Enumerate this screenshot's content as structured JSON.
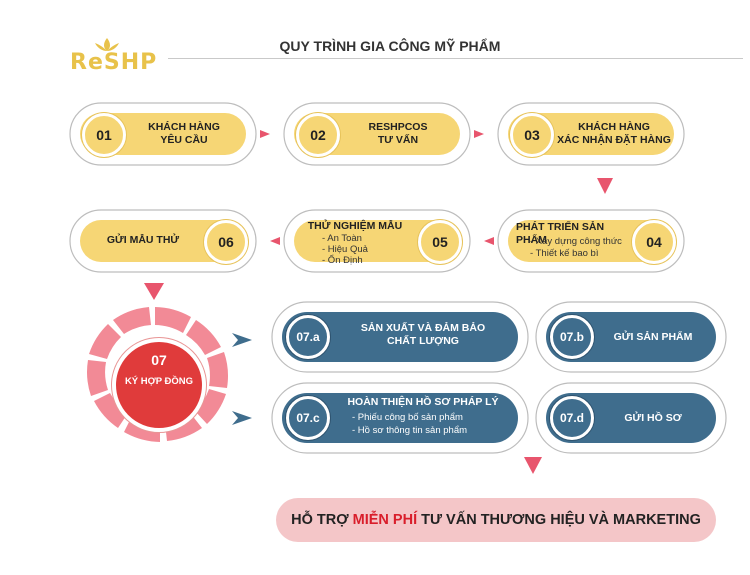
{
  "logo": {
    "text": "ReSHP"
  },
  "header": {
    "title": "QUY TRÌNH GIA CÔNG MỸ PHẨM"
  },
  "steps": [
    {
      "num": "01",
      "label": "KHÁCH HÀNG\nYÊU CẦU"
    },
    {
      "num": "02",
      "label": "RESHPCOS\nTƯ VẤN"
    },
    {
      "num": "03",
      "label": "KHÁCH HÀNG\nXÁC NHẬN ĐẶT HÀNG"
    },
    {
      "num": "04",
      "label": "PHÁT TRIỂN SẢN PHẨM",
      "items": [
        "- Xây dựng công thức",
        "- Thiết kế bao bì"
      ]
    },
    {
      "num": "05",
      "label": "THỬ NGHIỆM MẪU",
      "items": [
        "- An Toàn",
        "- Hiệu Quả",
        "- Ổn Định"
      ]
    },
    {
      "num": "06",
      "label": "GỬI MẪU THỬ"
    },
    {
      "num": "07",
      "label": "KÝ HỢP ĐỒNG"
    },
    {
      "num": "07.a",
      "label": "SẢN XUẤT VÀ ĐẢM BẢO\nCHẤT LƯỢNG"
    },
    {
      "num": "07.b",
      "label": "GỬI SẢN PHẨM"
    },
    {
      "num": "07.c",
      "label": "HOÀN THIỆN HỒ SƠ PHÁP LÝ",
      "items": [
        "- Phiếu công bố sản phẩm",
        "- Hồ sơ thông tin sản phẩm"
      ]
    },
    {
      "num": "07.d",
      "label": "GỬI HỒ SƠ"
    }
  ],
  "banner": {
    "prefix": "HỖ TRỢ ",
    "highlight": "MIỄN PHÍ",
    "suffix": " TƯ VẤN THƯƠNG HIỆU VÀ MARKETING"
  },
  "colors": {
    "yellow": "#f6d675",
    "blue": "#3f6d8d",
    "red": "#e03b3b",
    "pink": "#f4c6c8",
    "arrow": "#e8556d",
    "arrow_blue": "#3f6d8d"
  }
}
